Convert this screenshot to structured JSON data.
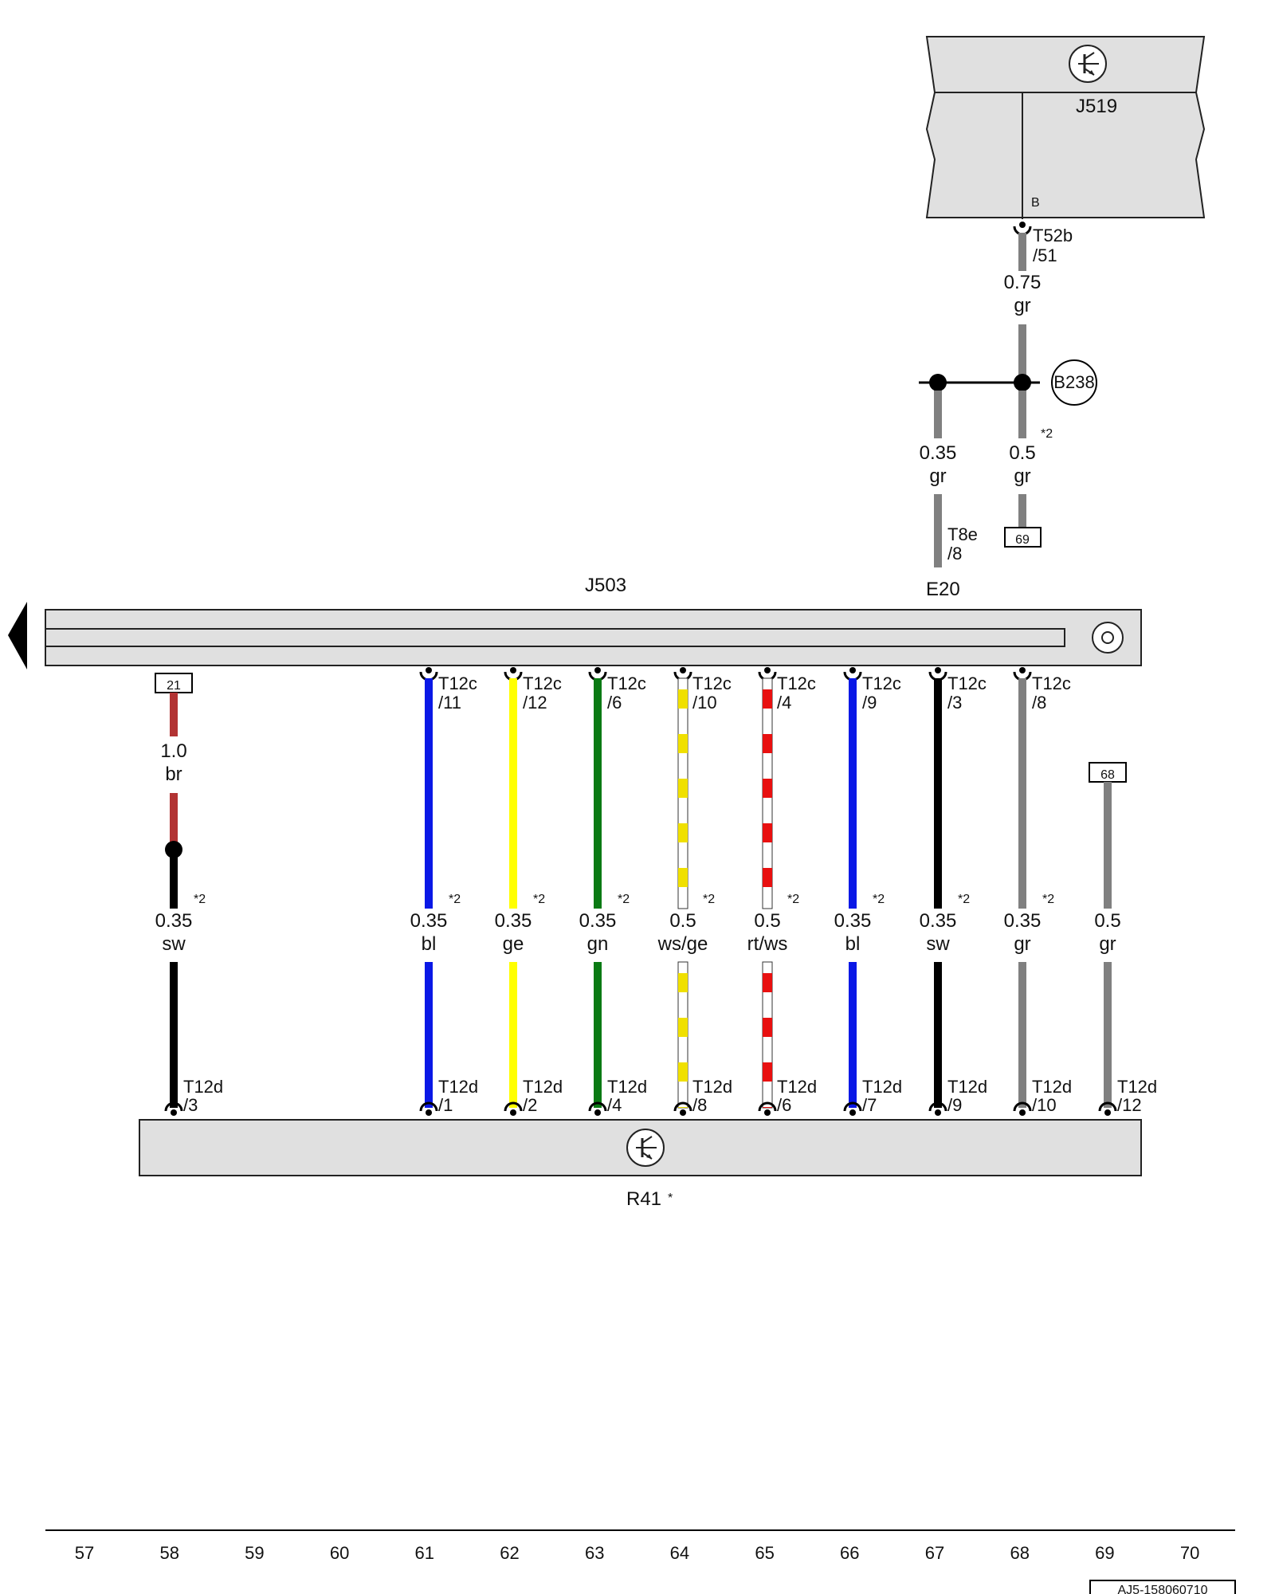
{
  "components": {
    "j519": {
      "label": "J519",
      "pin": "B"
    },
    "j503": {
      "label": "J503"
    },
    "e20": {
      "label": "E20"
    },
    "r41": {
      "label": "R41",
      "mark": "*"
    },
    "b238": {
      "label": "B238"
    }
  },
  "top_wires": {
    "j519_conn": {
      "c": "T52b",
      "p": "/51"
    },
    "main": {
      "size": "0.75",
      "color": "gr"
    },
    "left_branch": {
      "size": "0.35",
      "color": "gr",
      "c": "T8e",
      "p": "/8"
    },
    "right_branch": {
      "size": "0.5",
      "color": "gr",
      "note": "*2",
      "ref": "69"
    }
  },
  "wires": [
    {
      "top_ref": "21",
      "size": "1.0",
      "color": "br",
      "size2": "0.35",
      "color2": "sw",
      "note": "*2",
      "bot_c": "T12d",
      "bot_p": "/3",
      "hex1": "#b23333",
      "hex2": "#000000"
    },
    {
      "top_c": "T12c",
      "top_p": "/11",
      "size": "0.35",
      "color": "bl",
      "note": "*2",
      "bot_c": "T12d",
      "bot_p": "/1",
      "hex": "#0a18e6"
    },
    {
      "top_c": "T12c",
      "top_p": "/12",
      "size": "0.35",
      "color": "ge",
      "note": "*2",
      "bot_c": "T12d",
      "bot_p": "/2",
      "hex": "#ffff00"
    },
    {
      "top_c": "T12c",
      "top_p": "/6",
      "size": "0.35",
      "color": "gn",
      "note": "*2",
      "bot_c": "T12d",
      "bot_p": "/4",
      "hex": "#0a7a14"
    },
    {
      "top_c": "T12c",
      "top_p": "/10",
      "size": "0.5",
      "color": "ws/ge",
      "note": "*2",
      "bot_c": "T12d",
      "bot_p": "/8",
      "hex": "#ffffff",
      "stripe": "#f0e000"
    },
    {
      "top_c": "T12c",
      "top_p": "/4",
      "size": "0.5",
      "color": "rt/ws",
      "note": "*2",
      "bot_c": "T12d",
      "bot_p": "/6",
      "hex": "#ffffff",
      "stripe": "#e81010"
    },
    {
      "top_c": "T12c",
      "top_p": "/9",
      "size": "0.35",
      "color": "bl",
      "note": "*2",
      "bot_c": "T12d",
      "bot_p": "/7",
      "hex": "#0a18e6"
    },
    {
      "top_c": "T12c",
      "top_p": "/3",
      "size": "0.35",
      "color": "sw",
      "note": "*2",
      "bot_c": "T12d",
      "bot_p": "/9",
      "hex": "#000000"
    },
    {
      "top_c": "T12c",
      "top_p": "/8",
      "size": "0.35",
      "color": "gr",
      "note": "*2",
      "bot_c": "T12d",
      "bot_p": "/10",
      "hex": "#808080"
    },
    {
      "top_ref": "68",
      "size": "0.5",
      "color": "gr",
      "bot_c": "T12d",
      "bot_p": "/12",
      "hex": "#808080"
    }
  ],
  "scale": [
    "57",
    "58",
    "59",
    "60",
    "61",
    "62",
    "63",
    "64",
    "65",
    "66",
    "67",
    "68",
    "69",
    "70"
  ],
  "doc_id": "AJ5-158060710"
}
